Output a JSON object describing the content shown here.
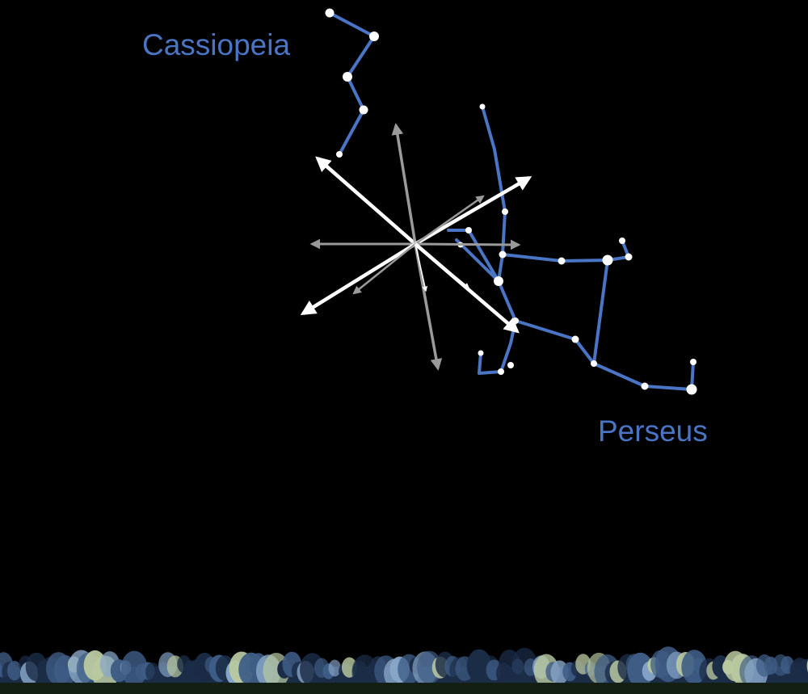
{
  "diagram": {
    "labels": {
      "cassiopeia": "Cassiopeia",
      "perseus": "Perseus"
    },
    "colors": {
      "sky": "#000000",
      "constellation_line": "#4a74c4",
      "constellation_label": "#4a74c4",
      "star": "#ffffff",
      "meteor_bright": "#ffffff",
      "meteor_faint": "#9a9a9a",
      "tree_dark": "#1b2c47",
      "tree_mid": "#3f5d86",
      "tree_light": "#88a6c8",
      "tree_highlight": "#b9c9a0",
      "ground": "#131f13"
    },
    "elements": {
      "constellations": [
        "Cassiopeia",
        "Perseus"
      ],
      "meteor_radiant": "near Perseus",
      "meteor_arrows": 12,
      "horizon": "tree line"
    }
  }
}
